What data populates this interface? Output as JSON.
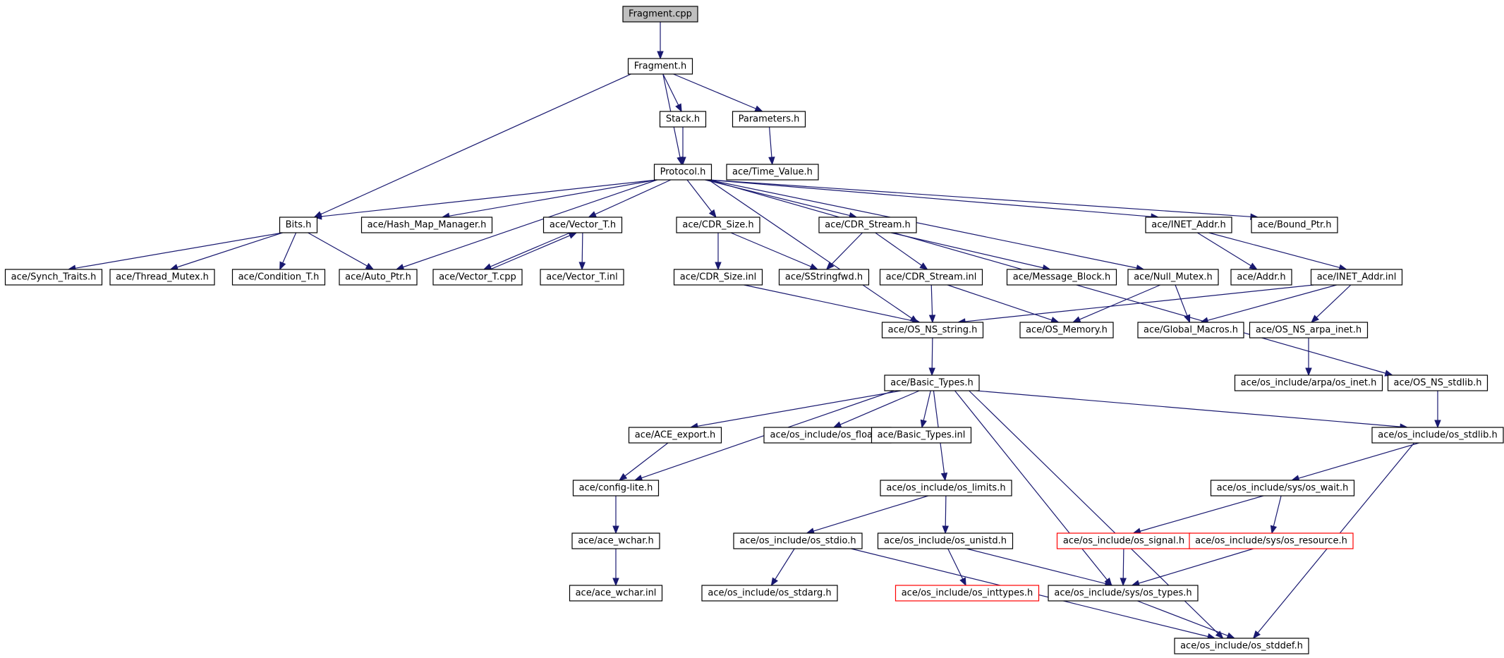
{
  "graph": {
    "title": "",
    "colors": {
      "edge": "#191970",
      "root_fill": "#bfbfbf",
      "node_border": "#000000",
      "missing_border": "#ff0000"
    },
    "nodes": [
      {
        "id": "fragment_cpp",
        "label": "Fragment.cpp",
        "root": true
      },
      {
        "id": "fragment_h",
        "label": "Fragment.h"
      },
      {
        "id": "stack_h",
        "label": "Stack.h"
      },
      {
        "id": "parameters_h",
        "label": "Parameters.h"
      },
      {
        "id": "protocol_h",
        "label": "Protocol.h"
      },
      {
        "id": "time_value_h",
        "label": "ace/Time_Value.h"
      },
      {
        "id": "bits_h",
        "label": "Bits.h"
      },
      {
        "id": "hash_map_manager_h",
        "label": "ace/Hash_Map_Manager.h"
      },
      {
        "id": "vector_t_h",
        "label": "ace/Vector_T.h"
      },
      {
        "id": "cdr_size_h",
        "label": "ace/CDR_Size.h"
      },
      {
        "id": "cdr_stream_h",
        "label": "ace/CDR_Stream.h"
      },
      {
        "id": "inet_addr_h",
        "label": "ace/INET_Addr.h"
      },
      {
        "id": "bound_ptr_h",
        "label": "ace/Bound_Ptr.h"
      },
      {
        "id": "synch_traits_h",
        "label": "ace/Synch_Traits.h"
      },
      {
        "id": "thread_mutex_h",
        "label": "ace/Thread_Mutex.h"
      },
      {
        "id": "condition_t_h",
        "label": "ace/Condition_T.h"
      },
      {
        "id": "auto_ptr_h",
        "label": "ace/Auto_Ptr.h"
      },
      {
        "id": "vector_t_cpp",
        "label": "ace/Vector_T.cpp"
      },
      {
        "id": "vector_t_inl",
        "label": "ace/Vector_T.inl"
      },
      {
        "id": "cdr_size_inl",
        "label": "ace/CDR_Size.inl"
      },
      {
        "id": "sstringfwd_h",
        "label": "ace/SStringfwd.h"
      },
      {
        "id": "cdr_stream_inl",
        "label": "ace/CDR_Stream.inl"
      },
      {
        "id": "message_block_h",
        "label": "ace/Message_Block.h"
      },
      {
        "id": "null_mutex_h",
        "label": "ace/Null_Mutex.h"
      },
      {
        "id": "addr_h",
        "label": "ace/Addr.h"
      },
      {
        "id": "inet_addr_inl",
        "label": "ace/INET_Addr.inl"
      },
      {
        "id": "os_ns_string_h",
        "label": "ace/OS_NS_string.h"
      },
      {
        "id": "os_memory_h",
        "label": "ace/OS_Memory.h"
      },
      {
        "id": "global_macros_h",
        "label": "ace/Global_Macros.h"
      },
      {
        "id": "os_ns_arpa_inet_h",
        "label": "ace/OS_NS_arpa_inet.h"
      },
      {
        "id": "arpa_os_inet_h",
        "label": "ace/os_include/arpa/os_inet.h"
      },
      {
        "id": "basic_types_h",
        "label": "ace/Basic_Types.h"
      },
      {
        "id": "os_ns_stdlib_h",
        "label": "ace/OS_NS_stdlib.h"
      },
      {
        "id": "ace_export_h",
        "label": "ace/ACE_export.h"
      },
      {
        "id": "os_float_h",
        "label": "ace/os_include/os_float.h"
      },
      {
        "id": "basic_types_inl",
        "label": "ace/Basic_Types.inl"
      },
      {
        "id": "os_stdlib_h",
        "label": "ace/os_include/os_stdlib.h"
      },
      {
        "id": "config_lite_h",
        "label": "ace/config-lite.h"
      },
      {
        "id": "os_limits_h",
        "label": "ace/os_include/os_limits.h"
      },
      {
        "id": "sys_os_wait_h",
        "label": "ace/os_include/sys/os_wait.h"
      },
      {
        "id": "ace_wchar_h",
        "label": "ace/ace_wchar.h"
      },
      {
        "id": "os_stdio_h",
        "label": "ace/os_include/os_stdio.h"
      },
      {
        "id": "os_unistd_h",
        "label": "ace/os_include/os_unistd.h"
      },
      {
        "id": "os_signal_h",
        "label": "ace/os_include/os_signal.h",
        "missing": true
      },
      {
        "id": "sys_os_resource_h",
        "label": "ace/os_include/sys/os_resource.h",
        "missing": true
      },
      {
        "id": "ace_wchar_inl",
        "label": "ace/ace_wchar.inl"
      },
      {
        "id": "os_stdarg_h",
        "label": "ace/os_include/os_stdarg.h"
      },
      {
        "id": "os_inttypes_h",
        "label": "ace/os_include/os_inttypes.h",
        "missing": true
      },
      {
        "id": "sys_os_types_h",
        "label": "ace/os_include/sys/os_types.h"
      },
      {
        "id": "os_stddef_h",
        "label": "ace/os_include/os_stddef.h"
      }
    ],
    "edges": [
      [
        "fragment_cpp",
        "fragment_h"
      ],
      [
        "fragment_h",
        "bits_h"
      ],
      [
        "fragment_h",
        "protocol_h"
      ],
      [
        "fragment_h",
        "stack_h"
      ],
      [
        "fragment_h",
        "parameters_h"
      ],
      [
        "stack_h",
        "protocol_h"
      ],
      [
        "parameters_h",
        "time_value_h"
      ],
      [
        "protocol_h",
        "bits_h"
      ],
      [
        "protocol_h",
        "hash_map_manager_h"
      ],
      [
        "protocol_h",
        "vector_t_h"
      ],
      [
        "protocol_h",
        "auto_ptr_h"
      ],
      [
        "protocol_h",
        "cdr_size_h"
      ],
      [
        "protocol_h",
        "cdr_stream_h"
      ],
      [
        "protocol_h",
        "null_mutex_h"
      ],
      [
        "protocol_h",
        "inet_addr_h"
      ],
      [
        "protocol_h",
        "bound_ptr_h"
      ],
      [
        "protocol_h",
        "os_ns_stdlib_h"
      ],
      [
        "protocol_h",
        "os_ns_string_h"
      ],
      [
        "bits_h",
        "synch_traits_h"
      ],
      [
        "bits_h",
        "thread_mutex_h"
      ],
      [
        "bits_h",
        "condition_t_h"
      ],
      [
        "bits_h",
        "auto_ptr_h"
      ],
      [
        "vector_t_h",
        "vector_t_cpp"
      ],
      [
        "vector_t_cpp",
        "vector_t_h"
      ],
      [
        "vector_t_h",
        "vector_t_inl"
      ],
      [
        "cdr_size_h",
        "cdr_size_inl"
      ],
      [
        "cdr_size_h",
        "sstringfwd_h"
      ],
      [
        "cdr_size_inl",
        "os_ns_string_h"
      ],
      [
        "cdr_stream_h",
        "sstringfwd_h"
      ],
      [
        "cdr_stream_h",
        "cdr_stream_inl"
      ],
      [
        "cdr_stream_h",
        "message_block_h"
      ],
      [
        "cdr_stream_inl",
        "os_ns_string_h"
      ],
      [
        "cdr_stream_inl",
        "os_memory_h"
      ],
      [
        "null_mutex_h",
        "os_memory_h"
      ],
      [
        "null_mutex_h",
        "global_macros_h"
      ],
      [
        "inet_addr_h",
        "addr_h"
      ],
      [
        "inet_addr_h",
        "inet_addr_inl"
      ],
      [
        "inet_addr_inl",
        "os_ns_string_h"
      ],
      [
        "inet_addr_inl",
        "global_macros_h"
      ],
      [
        "inet_addr_inl",
        "os_ns_arpa_inet_h"
      ],
      [
        "os_ns_arpa_inet_h",
        "arpa_os_inet_h"
      ],
      [
        "os_ns_string_h",
        "basic_types_h"
      ],
      [
        "basic_types_h",
        "config_lite_h"
      ],
      [
        "basic_types_h",
        "ace_export_h"
      ],
      [
        "basic_types_h",
        "os_float_h"
      ],
      [
        "basic_types_h",
        "basic_types_inl"
      ],
      [
        "basic_types_h",
        "os_limits_h"
      ],
      [
        "basic_types_h",
        "sys_os_types_h"
      ],
      [
        "basic_types_h",
        "os_stddef_h"
      ],
      [
        "basic_types_h",
        "os_stdlib_h"
      ],
      [
        "os_ns_stdlib_h",
        "os_stdlib_h"
      ],
      [
        "ace_export_h",
        "config_lite_h"
      ],
      [
        "config_lite_h",
        "ace_wchar_h"
      ],
      [
        "ace_wchar_h",
        "ace_wchar_inl"
      ],
      [
        "os_limits_h",
        "os_stdio_h"
      ],
      [
        "os_limits_h",
        "os_unistd_h"
      ],
      [
        "os_stdio_h",
        "os_stdarg_h"
      ],
      [
        "os_stdio_h",
        "os_stddef_h"
      ],
      [
        "os_unistd_h",
        "os_inttypes_h"
      ],
      [
        "os_unistd_h",
        "sys_os_types_h"
      ],
      [
        "os_stdlib_h",
        "sys_os_wait_h"
      ],
      [
        "os_stdlib_h",
        "os_stddef_h"
      ],
      [
        "sys_os_wait_h",
        "os_signal_h"
      ],
      [
        "sys_os_wait_h",
        "sys_os_resource_h"
      ],
      [
        "os_signal_h",
        "sys_os_types_h"
      ],
      [
        "sys_os_resource_h",
        "sys_os_types_h"
      ],
      [
        "sys_os_types_h",
        "os_stddef_h"
      ]
    ]
  }
}
